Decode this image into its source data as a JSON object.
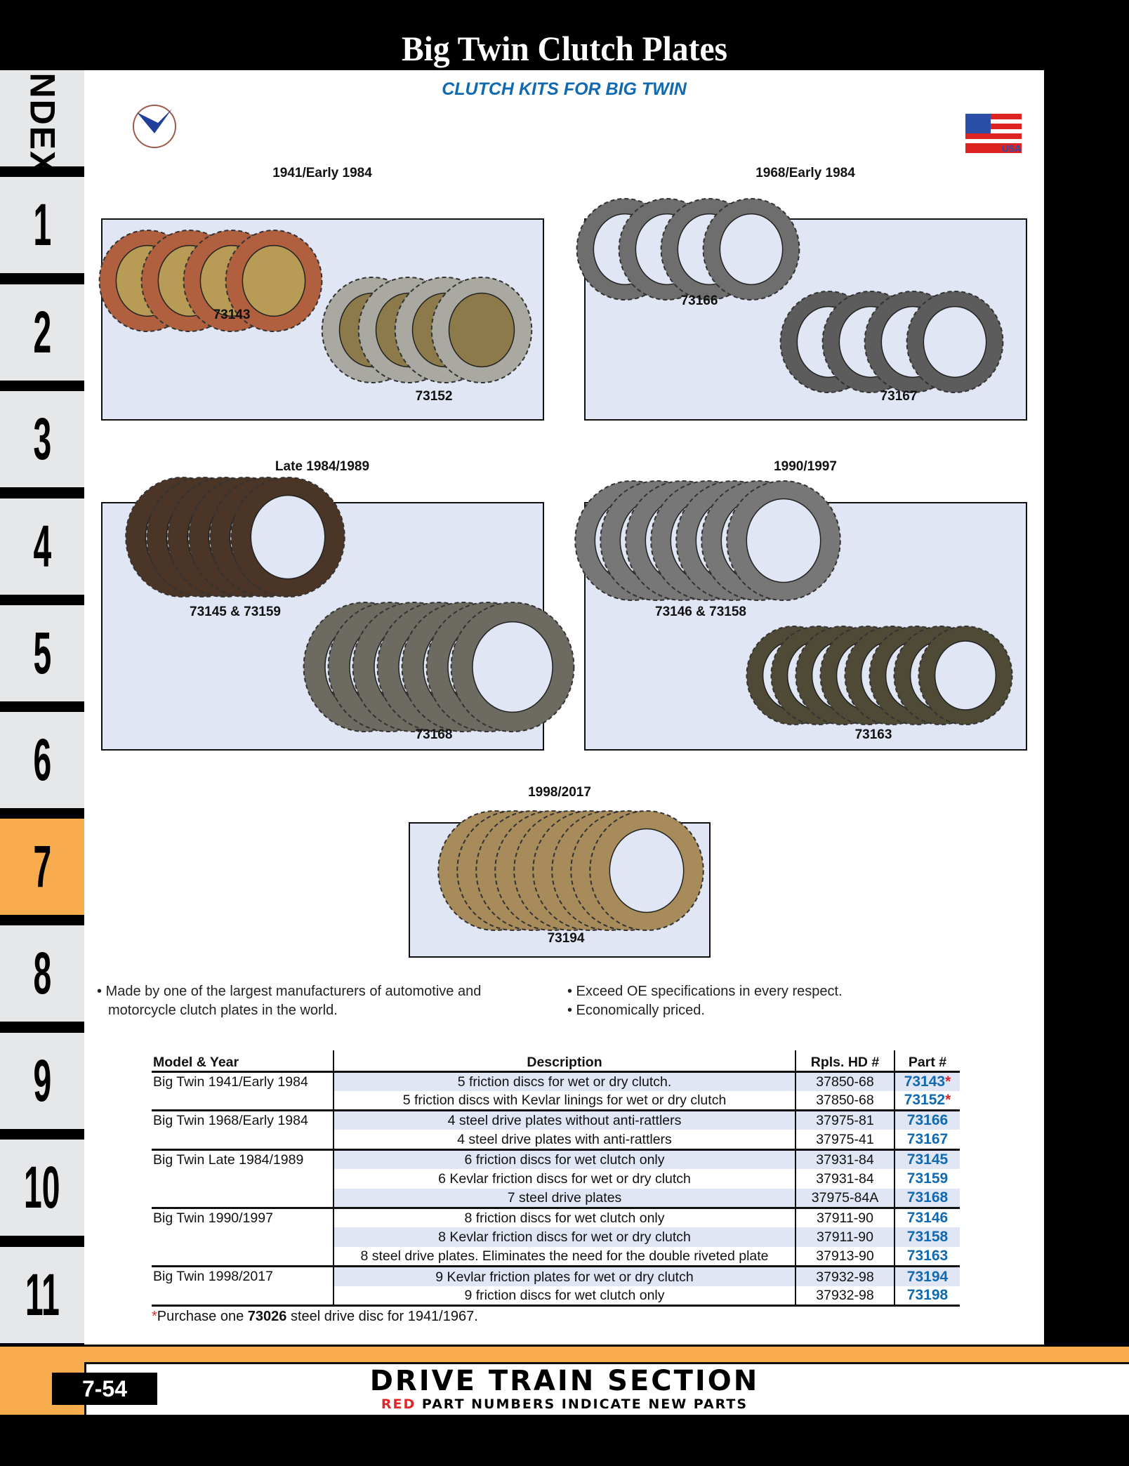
{
  "header": {
    "title": "Big Twin Clutch Plates",
    "subtitle": "CLUTCH KITS FOR BIG TWIN"
  },
  "logos": {
    "alto": "ALTO MADE IN USA",
    "usa_flag": "MADE IN THE USA"
  },
  "tabs": [
    "INDEX",
    "1",
    "2",
    "3",
    "4",
    "5",
    "6",
    "7",
    "8",
    "9",
    "10",
    "11"
  ],
  "active_tab": "7",
  "panels": [
    {
      "label": "1941/Early 1984",
      "parts": [
        "73143",
        "73152"
      ]
    },
    {
      "label": "1968/Early 1984",
      "parts": [
        "73166",
        "73167"
      ]
    },
    {
      "label": "Late 1984/1989",
      "parts": [
        "73145 & 73159",
        "73168"
      ]
    },
    {
      "label": "1990/1997",
      "parts": [
        "73146 & 73158",
        "73163"
      ]
    },
    {
      "label": "1998/2017",
      "parts": [
        "73194"
      ]
    }
  ],
  "bullets": {
    "left": [
      "• Made by one of the largest manufacturers of automotive and",
      "motorcycle clutch plates in the world."
    ],
    "right": [
      "• Exceed OE specifications in every respect.",
      "• Economically priced."
    ]
  },
  "table": {
    "headers": [
      "Model & Year",
      "Description",
      "Rpls. HD #",
      "Part #"
    ],
    "rows": [
      {
        "model": "Big Twin 1941/Early 1984",
        "desc": "5 friction discs for wet or dry clutch.",
        "hd": "37850-68",
        "part": "73143",
        "ast": "*"
      },
      {
        "model": "",
        "desc": "5 friction discs with Kevlar linings for wet or dry clutch",
        "hd": "37850-68",
        "part": "73152",
        "ast": "*"
      },
      {
        "model": "Big Twin 1968/Early 1984",
        "desc": "4 steel drive plates without anti-rattlers",
        "hd": "37975-81",
        "part": "73166",
        "ast": ""
      },
      {
        "model": "",
        "desc": "4 steel drive plates with anti-rattlers",
        "hd": "37975-41",
        "part": "73167",
        "ast": ""
      },
      {
        "model": "Big Twin Late 1984/1989",
        "desc": "6 friction discs for wet clutch only",
        "hd": "37931-84",
        "part": "73145",
        "ast": ""
      },
      {
        "model": "",
        "desc": "6 Kevlar friction discs for wet or dry clutch",
        "hd": "37931-84",
        "part": "73159",
        "ast": ""
      },
      {
        "model": "",
        "desc": "7 steel drive plates",
        "hd": "37975-84A",
        "part": "73168",
        "ast": ""
      },
      {
        "model": "Big Twin 1990/1997",
        "desc": "8 friction discs for wet clutch only",
        "hd": "37911-90",
        "part": "73146",
        "ast": ""
      },
      {
        "model": "",
        "desc": "8 Kevlar friction discs for wet or dry clutch",
        "hd": "37911-90",
        "part": "73158",
        "ast": ""
      },
      {
        "model": "",
        "desc": "8 steel drive plates. Eliminates the need for the double riveted plate",
        "hd": "37913-90",
        "part": "73163",
        "ast": ""
      },
      {
        "model": "Big Twin 1998/2017",
        "desc": "9 Kevlar friction plates for wet or dry clutch",
        "hd": "37932-98",
        "part": "73194",
        "ast": ""
      },
      {
        "model": "",
        "desc": "9 friction discs for wet clutch only",
        "hd": "37932-98",
        "part": "73198",
        "ast": ""
      }
    ]
  },
  "footnote": {
    "ast": "*",
    "pre": "Purchase one ",
    "bold": "73026",
    "post": " steel drive disc for 1941/1967."
  },
  "footer": {
    "page": "7-54",
    "section": "DRIVE TRAIN SECTION",
    "red": "RED",
    "note": " PART NUMBERS INDICATE NEW PARTS"
  },
  "colors": {
    "accent": "#1169b0",
    "orange": "#f9ac4e",
    "panel": "#e1e6f4",
    "red": "#e0262b"
  }
}
